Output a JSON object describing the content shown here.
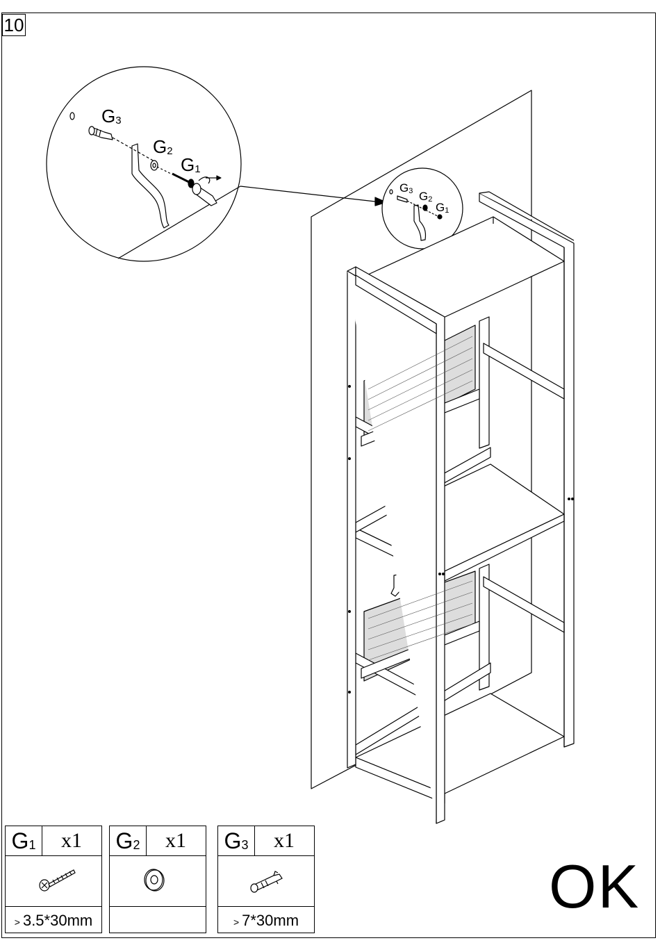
{
  "step": {
    "number": "10"
  },
  "detail_labels": {
    "g3": {
      "letter": "G",
      "index": "3"
    },
    "g2": {
      "letter": "G",
      "index": "2"
    },
    "g1": {
      "letter": "G",
      "index": "1"
    }
  },
  "parts": [
    {
      "letter": "G",
      "index": "1",
      "qty": "x1",
      "size_prefix": ">",
      "size": "3.5*30mm",
      "icon": "screw-icon"
    },
    {
      "letter": "G",
      "index": "2",
      "qty": "x1",
      "size_prefix": "",
      "size": "",
      "icon": "washer-icon"
    },
    {
      "letter": "G",
      "index": "3",
      "qty": "x1",
      "size_prefix": ">",
      "size": "7*30mm",
      "icon": "wall-plug-icon"
    }
  ],
  "result": "OK"
}
